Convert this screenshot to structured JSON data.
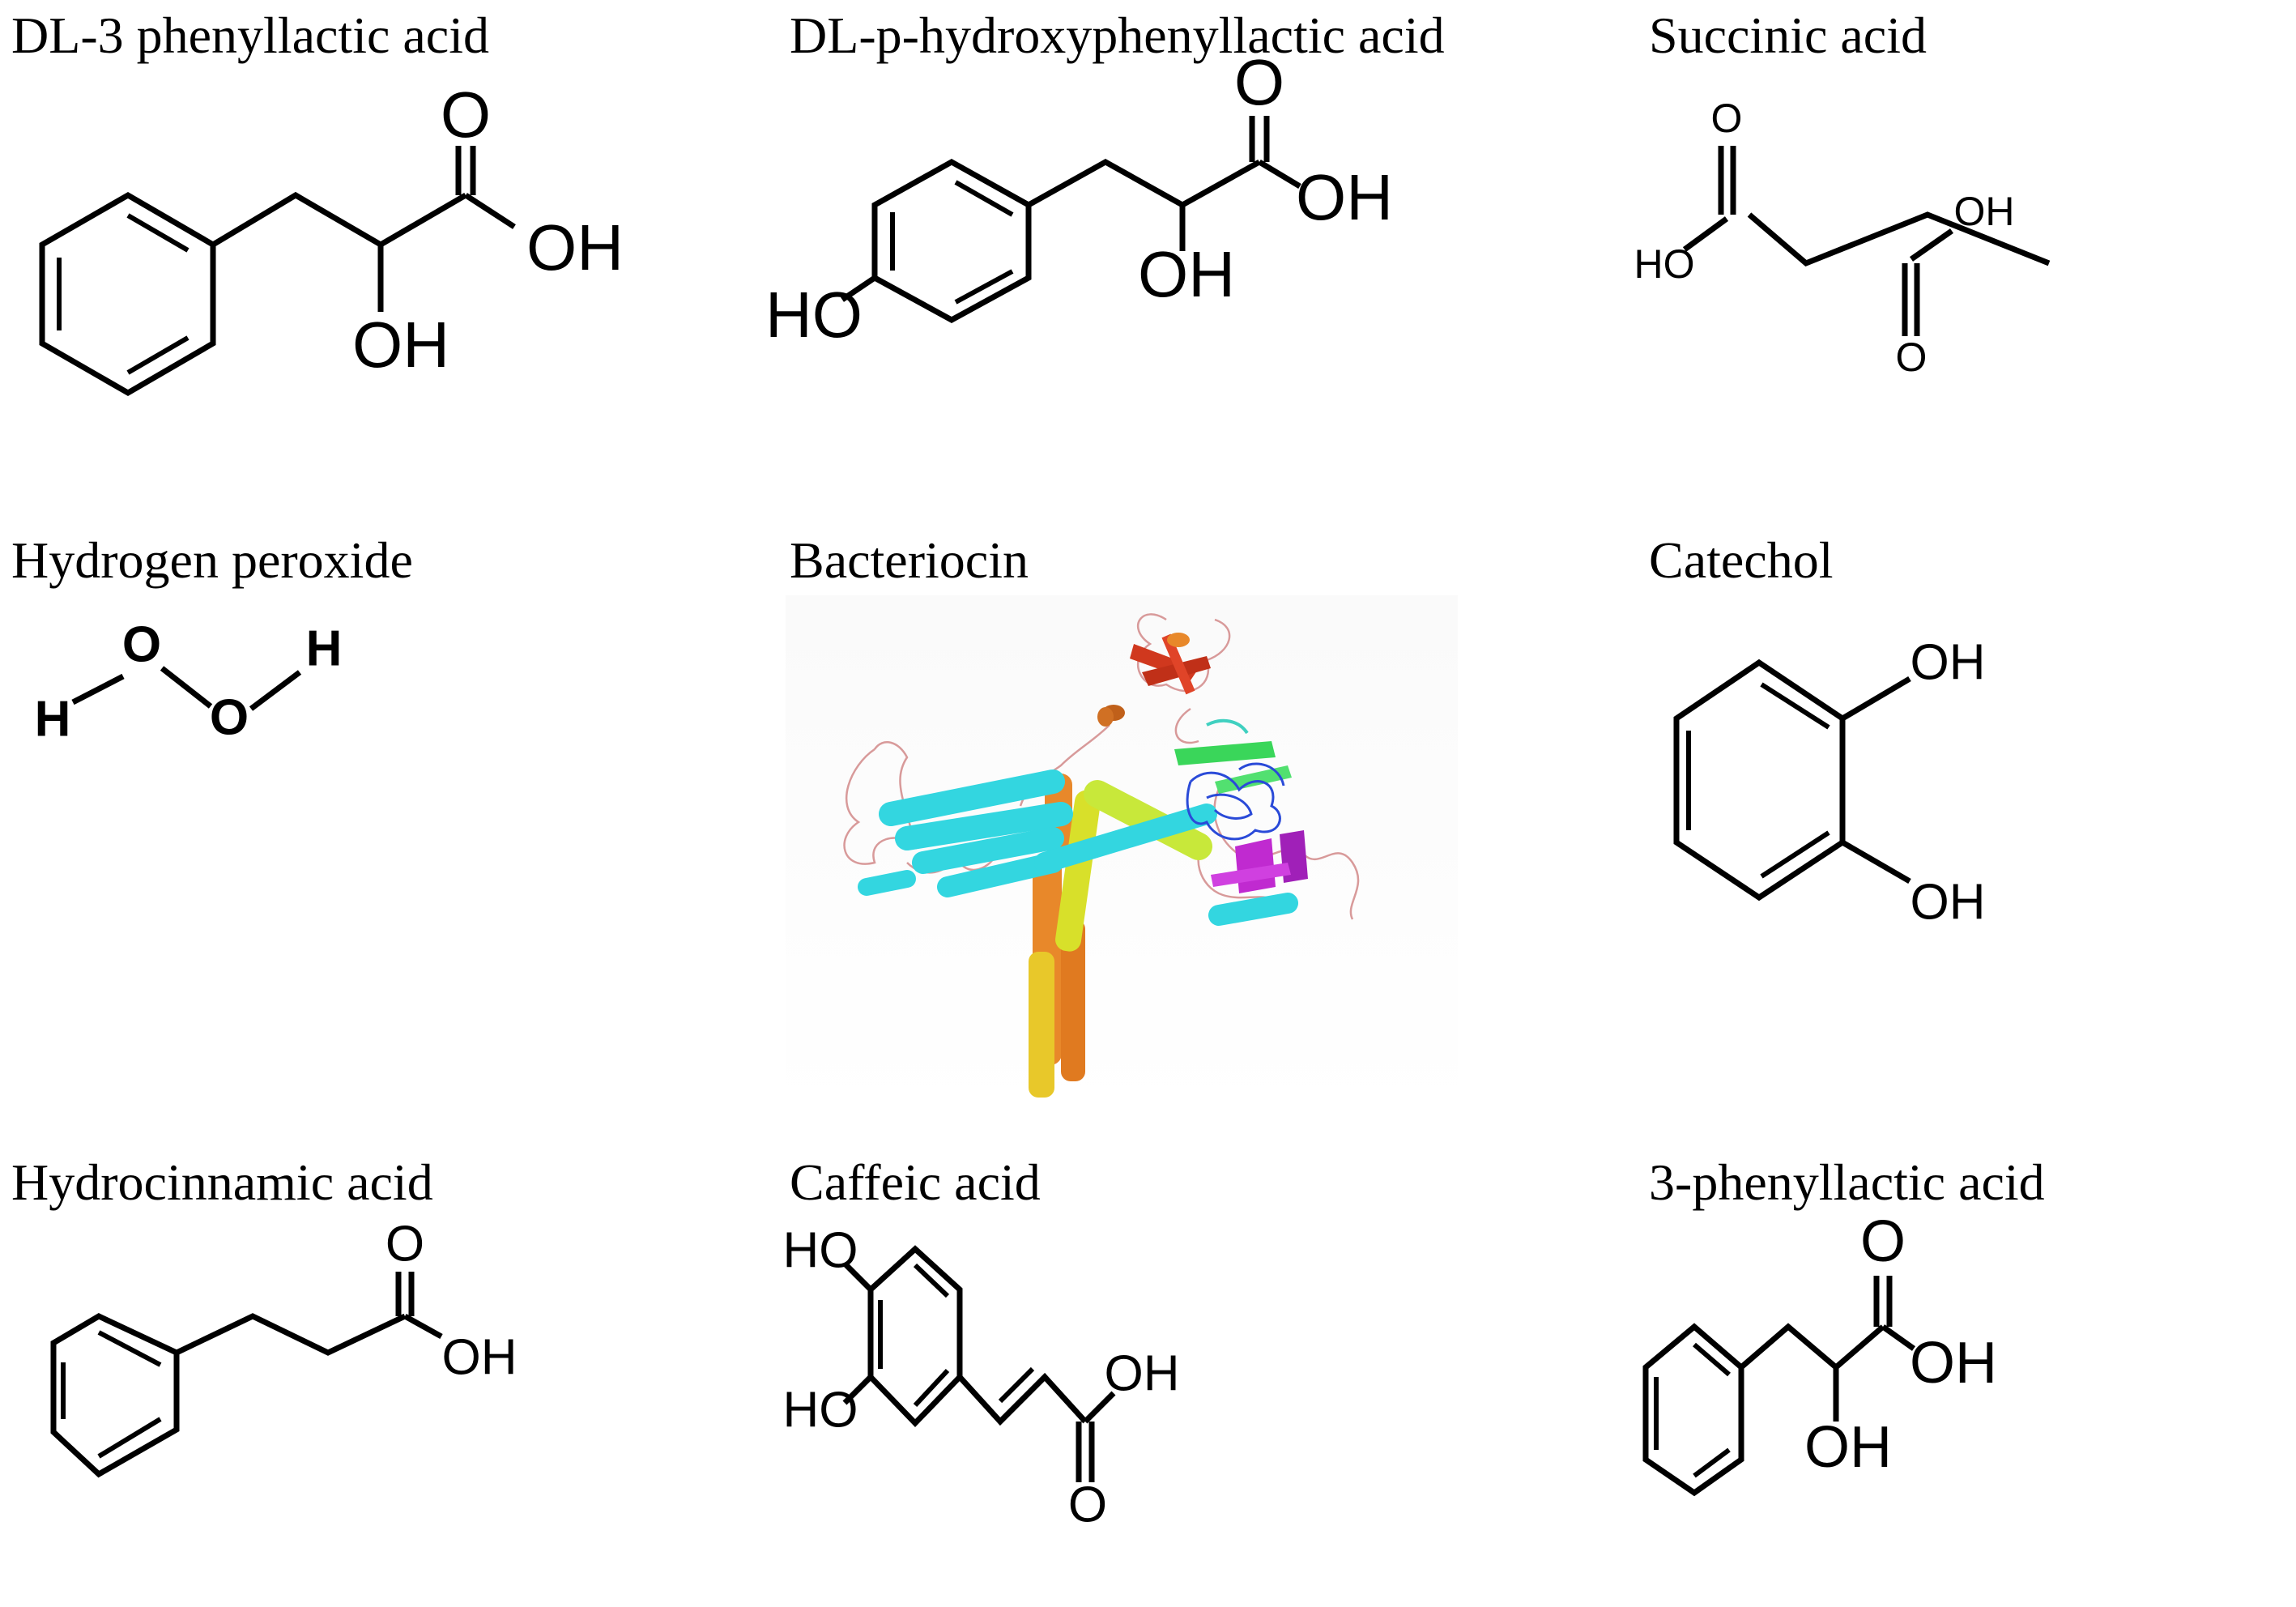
{
  "figure": {
    "panels": [
      {
        "id": "dl3-phenyllactic",
        "title": "DL-3 phenyllactic acid",
        "atoms": {
          "carbonyl_o": "O",
          "acid_oh": "OH",
          "alpha_oh": "OH"
        }
      },
      {
        "id": "dl-p-hydroxyphenyllactic",
        "title": "DL-p-hydroxyphenyllactic acid",
        "atoms": {
          "carbonyl_o": "O",
          "acid_oh": "OH",
          "alpha_oh": "OH",
          "phenol_oh": "HO"
        }
      },
      {
        "id": "succinic",
        "title": "Succinic acid",
        "atoms": {
          "o_top": "O",
          "ho_left": "HO",
          "oh_right": "OH",
          "o_bottom": "O"
        }
      },
      {
        "id": "hydrogen-peroxide",
        "title": "Hydrogen peroxide",
        "atoms": {
          "h_left": "H",
          "o_left": "O",
          "o_right": "O",
          "h_right": "H"
        }
      },
      {
        "id": "bacteriocin",
        "title": "Bacteriocin",
        "render": "protein ribbon (cartoon) structure",
        "colors": {
          "cyan": "#33d6e0",
          "orange": "#e8882a",
          "yellow": "#e8d02a",
          "lime": "#c8e83a",
          "green": "#3ad65a",
          "blue": "#2a4ad8",
          "magenta": "#c02ad0",
          "red": "#d0381e",
          "coil": "#d89a9a"
        }
      },
      {
        "id": "catechol",
        "title": "Catechol",
        "atoms": {
          "oh_top": "OH",
          "oh_bottom": "OH"
        }
      },
      {
        "id": "hydrocinnamic",
        "title": "Hydrocinnamic acid",
        "atoms": {
          "carbonyl_o": "O",
          "acid_oh": "OH"
        }
      },
      {
        "id": "caffeic",
        "title": "Caffeic acid",
        "atoms": {
          "ho_top": "HO",
          "ho_bottom": "HO",
          "acid_oh": "OH",
          "carbonyl_o": "O"
        }
      },
      {
        "id": "3-phenyllactic",
        "title": "3-phenyllactic acid",
        "atoms": {
          "carbonyl_o": "O",
          "acid_oh": "OH",
          "alpha_oh": "OH"
        }
      }
    ]
  }
}
